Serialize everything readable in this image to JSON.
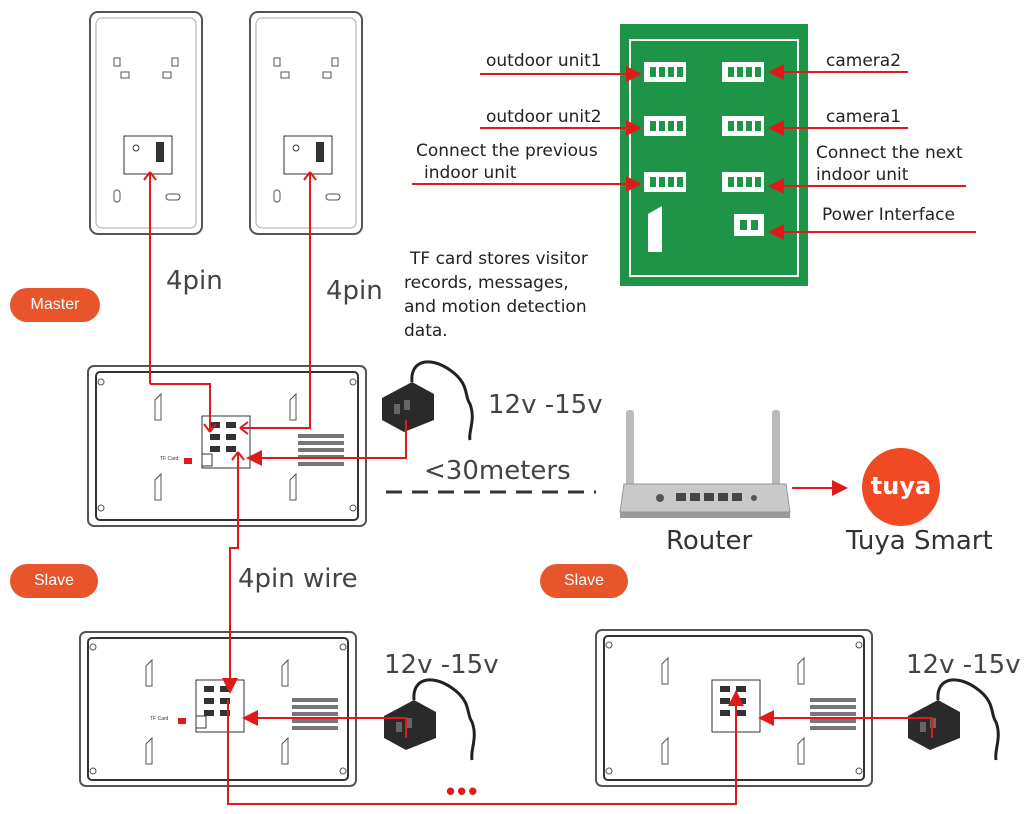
{
  "wiring": {
    "wire_4pin_left": "4pin",
    "wire_4pin_right": "4pin",
    "wire_4pin_down": "4pin wire",
    "distance": "<30meters",
    "power_master": "12v -15v",
    "power_slave1": "12v -15v",
    "power_slave2": "12v -15v",
    "more": "•••"
  },
  "roles": {
    "master": "Master",
    "slave1": "Slave",
    "slave2": "Slave"
  },
  "board": {
    "outdoor1": "outdoor unit1",
    "outdoor2": "outdoor unit2",
    "prev_indoor_line1": "Connect the previous",
    "prev_indoor_line2": "indoor unit",
    "camera2": "camera2",
    "camera1": "camera1",
    "next_indoor_line1": "Connect the next",
    "next_indoor_line2": "indoor unit",
    "power": "Power Interface",
    "tf_line1": "TF card stores visitor",
    "tf_line2": "records, messages,",
    "tf_line3": "and motion detection",
    "tf_line4": "data."
  },
  "network": {
    "router": "Router",
    "tuya_logo": "tuya",
    "tuya_name": "Tuya Smart"
  },
  "unit_labels": {
    "tf_master": "TF Card",
    "tf_slave": "TF Card"
  },
  "colors": {
    "wire": "#e01a1a",
    "board_green": "#1e9447",
    "badge": "#e8552a",
    "tuya": "#ef4a24"
  }
}
